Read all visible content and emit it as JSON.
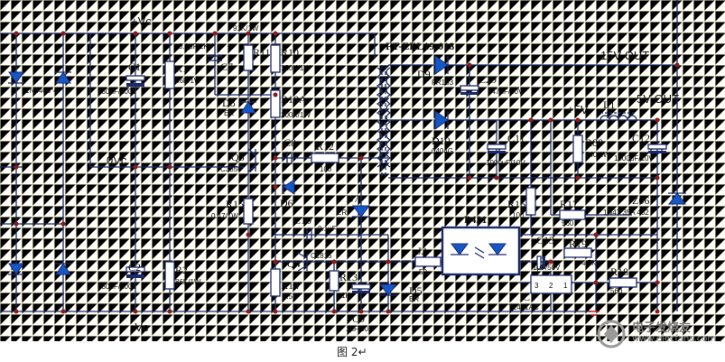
{
  "caption": "图 2↵",
  "watermark": {
    "name": "电子发烧友",
    "url": "www.elecfans.com"
  },
  "colors": {
    "wire": "#1b2a6b",
    "junction": "#8b1a1a",
    "diode_fill": "#1457c8",
    "grid": "#e7e3c6",
    "background": "#fffef6"
  },
  "labels": {
    "vc_plus": "+Vc",
    "v0": "0Vc",
    "vc_minus": "-Vc",
    "bridge": "1N5406*4",
    "c1": "C1",
    "c1v": "330μF/200V",
    "c2": "C2",
    "c2v": "330μF/200V",
    "r1": "R1",
    "r1v": "86K/1W",
    "r2": "R2",
    "r2v": "86K/1W",
    "c7v": "0.1μF/1KV",
    "c7": "C7",
    "r11": "R11",
    "r11v": "91K/1W",
    "r10": "R10",
    "r10v": "120K/1W",
    "r10a": "R10A",
    "r10av": "200K/1W",
    "d8": "D8",
    "d8v": "ER",
    "trans": "FT-EEL19-018",
    "d9": "D9",
    "d9v": "FR103",
    "c29": "C29",
    "c29v": "547μF/50V",
    "out15": "15V OUT",
    "plus5": "+5V",
    "l1": "L1",
    "out5": "5V OUT",
    "d10": "D10",
    "d10v": "0404G",
    "c11": "C11",
    "c11v": "1000μF/10V",
    "r88": "R88",
    "r88v": "240/1W",
    "c12": "C12",
    "c12v": "1000μF/10V",
    "q3": "Q3",
    "q3v": "C3856",
    "c8": "C8",
    "r12": "R12",
    "r12v": "100",
    "d6": "D6",
    "d7": "D7",
    "d7v": "ER",
    "r15": "R15",
    "r15v": "0.47/1W",
    "c10": "C10",
    "c10v": "0.1μF",
    "p421": "P421",
    "r16": "R16",
    "r16v": "100",
    "r17": "R17",
    "r17v": "560",
    "z06": "Z06",
    "z06v": "1N47 35A 402",
    "q4": "Q4",
    "q4v": "C1815",
    "j2": "J2",
    "j2v": "50",
    "c13": "C13",
    "c13v": "1μF/50V",
    "r19": "R19",
    "r19v": "4.7K",
    "r14": "R14",
    "r14v": "1.5K",
    "r13": "R13",
    "r13v": "1K",
    "d5": "D5",
    "d5v": "ER",
    "r18": "R18",
    "r18v": "560",
    "c9": "C9",
    "c9v": "1μF/50V",
    "ic1": "IC1",
    "ic1v": "TL431AC",
    "pin3": "3",
    "pin2": "2",
    "pin1": "1"
  }
}
